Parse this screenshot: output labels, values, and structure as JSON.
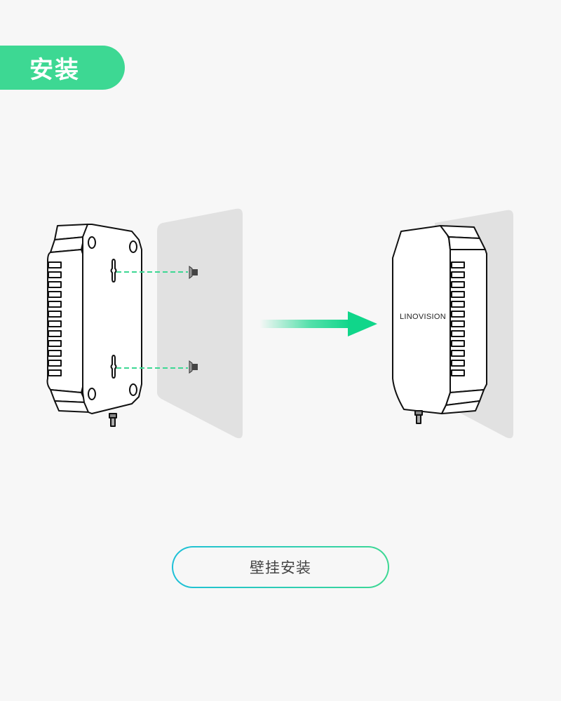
{
  "section": {
    "title": "安装"
  },
  "illustration": {
    "before": {
      "description": "device-back-with-keyhole-slots-aligned-to-wall-screws"
    },
    "after": {
      "brand_label": "LINOVISION",
      "description": "device-mounted-on-wall"
    },
    "arrow": {
      "direction": "right"
    },
    "colors": {
      "accent_green": "#3dd893",
      "arrow_green": "#10d68a",
      "wall_gray": "#e1e1e1",
      "outline": "#111111",
      "guide_dash": "#3dd893"
    }
  },
  "caption": {
    "label": "壁挂安装",
    "border_gradient": [
      "#1ec0d8",
      "#3dd893"
    ]
  }
}
